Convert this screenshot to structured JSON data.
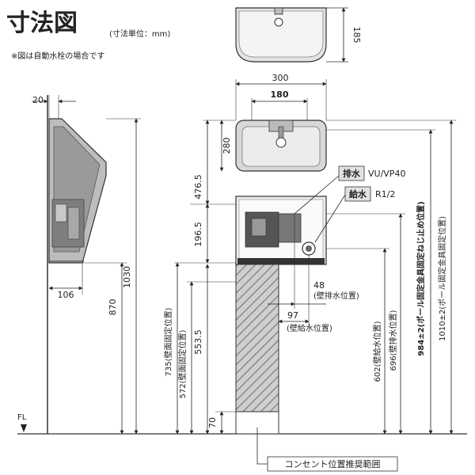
{
  "header": {
    "title": "寸法図",
    "unit_note": "(寸法単位：mm)",
    "remark": "※図は自動水栓の場合です"
  },
  "dimensions": {
    "top_depth": "185",
    "width_300": "300",
    "width_180": "180",
    "side_20": "20",
    "side_106": "106",
    "h_280": "280",
    "h_476_5": "476.5",
    "h_196_5": "196.5",
    "h_1030": "1030",
    "h_870": "870",
    "h_735": "735(壁面固定位置)",
    "h_572": "572(壁面固定位置)",
    "h_553_5": "553.5",
    "h_70": "70",
    "d_48": "48",
    "d_48_note": "(壁排水位置)",
    "d_97": "97",
    "d_97_note": "(壁給水位置)",
    "h_602": "602(壁給水位置)",
    "h_696": "696(壁排水位置)",
    "h_984": "984±2(ポール固定金具固定ねじ止め位置)",
    "h_1010": "1010±2(ポール固定金具固定位置)"
  },
  "labels": {
    "drain_tag": "排水",
    "drain_value": "VU/VP40",
    "supply_tag": "給水",
    "supply_value": "R1/2",
    "floor_line": "FL",
    "outlet_range": "コンセント位置推奨範囲"
  }
}
